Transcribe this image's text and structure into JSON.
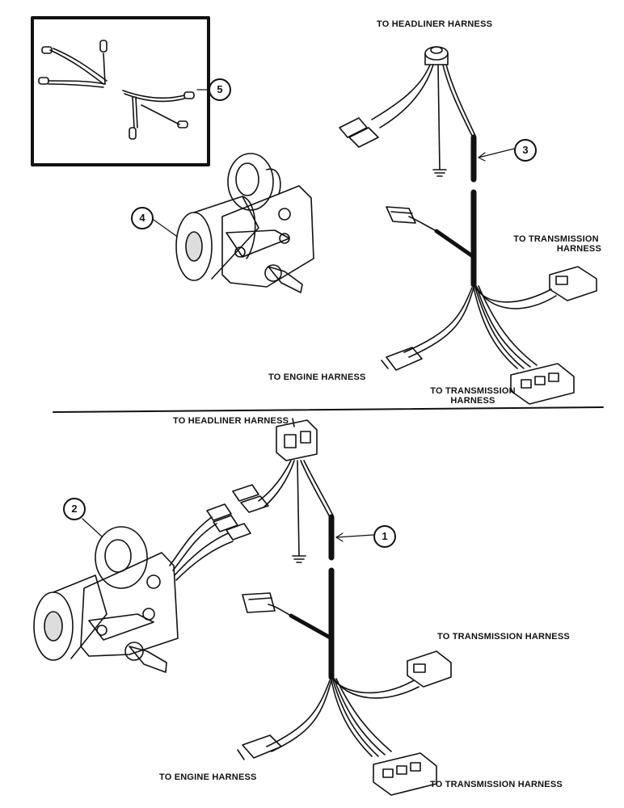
{
  "top": {
    "label_headliner": "TO HEADLINER HARNESS",
    "label_transmission_upper": [
      "TO TRANSMISSION",
      "HARNESS"
    ],
    "label_engine": "TO ENGINE HARNESS",
    "label_transmission_lower": [
      "TO TRANSMISSION",
      "HARNESS"
    ],
    "callouts": {
      "harness": "3",
      "motor": "4",
      "inset": "5"
    }
  },
  "bottom": {
    "label_headliner": "TO HEADLINER HARNESS",
    "label_transmission_upper": "TO TRANSMISSION HARNESS",
    "label_engine": "TO ENGINE HARNESS",
    "label_transmission_lower": "TO TRANSMISSION HARNESS",
    "callouts": {
      "harness": "1",
      "motor": "2"
    }
  },
  "colors": {
    "ink": "#111111",
    "paper": "#ffffff"
  }
}
